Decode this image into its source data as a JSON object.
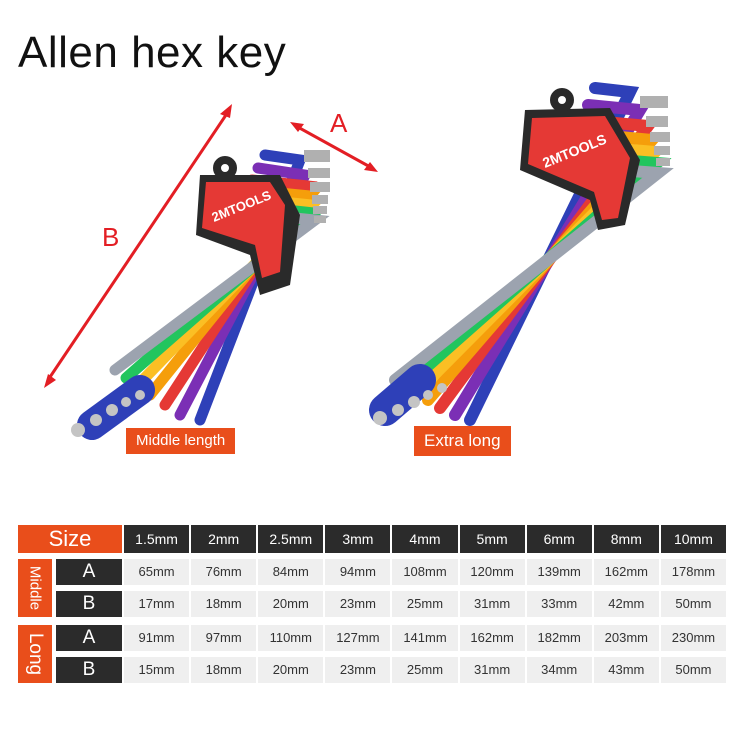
{
  "title": "Allen hex key",
  "brand": "2MTOOLS",
  "dimension_labels": {
    "a": "A",
    "b": "B"
  },
  "badges": {
    "middle": "Middle length",
    "long": "Extra long"
  },
  "colors": {
    "accent": "#e94e1b",
    "dark": "#2b2b2b",
    "dim_arrow": "#e31e24"
  },
  "table": {
    "size_label": "Size",
    "sizes": [
      "1.5mm",
      "2mm",
      "2.5mm",
      "3mm",
      "4mm",
      "5mm",
      "6mm",
      "8mm",
      "10mm"
    ],
    "groups": [
      {
        "name": "Middle",
        "rows": [
          {
            "letter": "A",
            "values": [
              "65mm",
              "76mm",
              "84mm",
              "94mm",
              "108mm",
              "120mm",
              "139mm",
              "162mm",
              "178mm"
            ]
          },
          {
            "letter": "B",
            "values": [
              "17mm",
              "18mm",
              "20mm",
              "23mm",
              "25mm",
              "31mm",
              "33mm",
              "42mm",
              "50mm"
            ]
          }
        ]
      },
      {
        "name": "Long",
        "rows": [
          {
            "letter": "A",
            "values": [
              "91mm",
              "97mm",
              "110mm",
              "127mm",
              "141mm",
              "162mm",
              "182mm",
              "203mm",
              "230mm"
            ]
          },
          {
            "letter": "B",
            "values": [
              "15mm",
              "18mm",
              "20mm",
              "23mm",
              "25mm",
              "31mm",
              "34mm",
              "43mm",
              "50mm"
            ]
          }
        ]
      }
    ]
  }
}
